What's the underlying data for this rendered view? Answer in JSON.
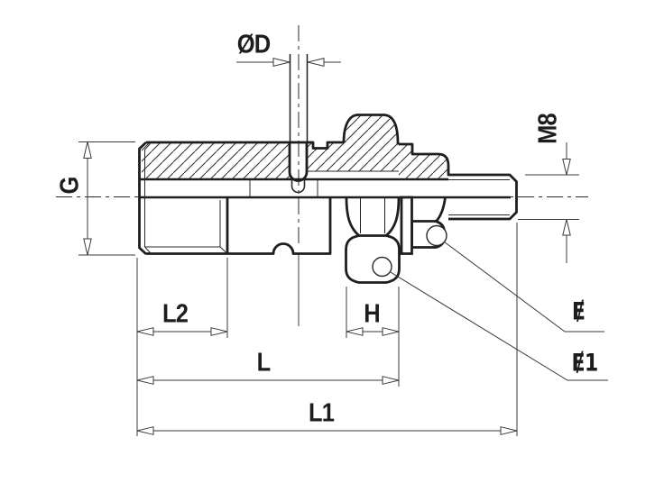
{
  "drawing": {
    "type": "technical-drawing",
    "subject": "bulkhead tube fitting, half-section side view",
    "colors": {
      "line": "#1e1e1e",
      "dim_line": "#3a3a3a",
      "background": "#ffffff"
    },
    "labels": {
      "od": "ØD",
      "g": "G",
      "m8": "M8",
      "l2": "L2",
      "h": "H",
      "l": "L",
      "l1": "L1",
      "e": "Ɇ",
      "e1": "Ɇ1"
    }
  }
}
